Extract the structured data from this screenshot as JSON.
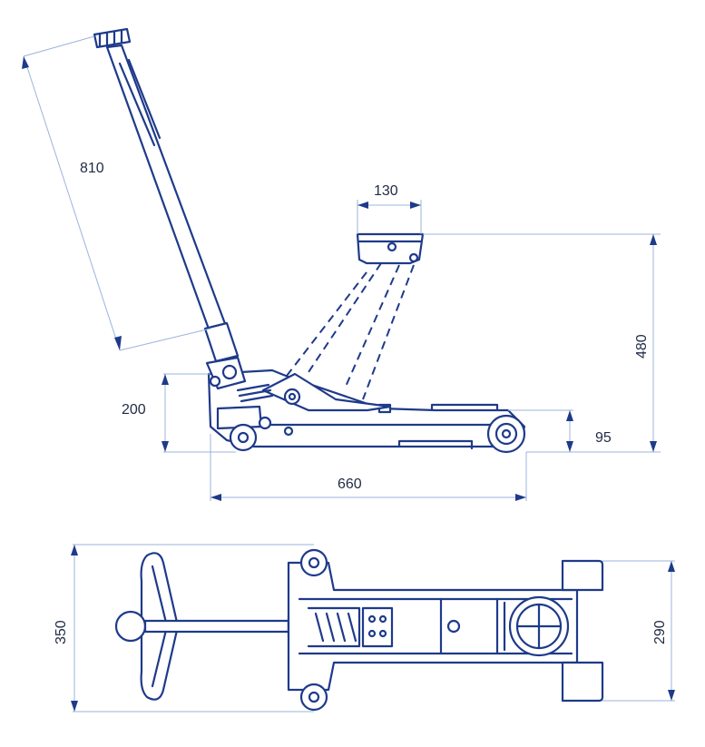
{
  "dimensions": {
    "handle_length": "810",
    "saddle_width": "130",
    "max_height": "480",
    "min_height_front": "95",
    "low_height_rear": "200",
    "chassis_length": "660",
    "overall_width": "350",
    "wheel_track": "290"
  },
  "colors": {
    "line": "#1e3a8a",
    "dimension_line": "#9bb4dc",
    "text": "#1f2a44",
    "background": "#ffffff"
  }
}
